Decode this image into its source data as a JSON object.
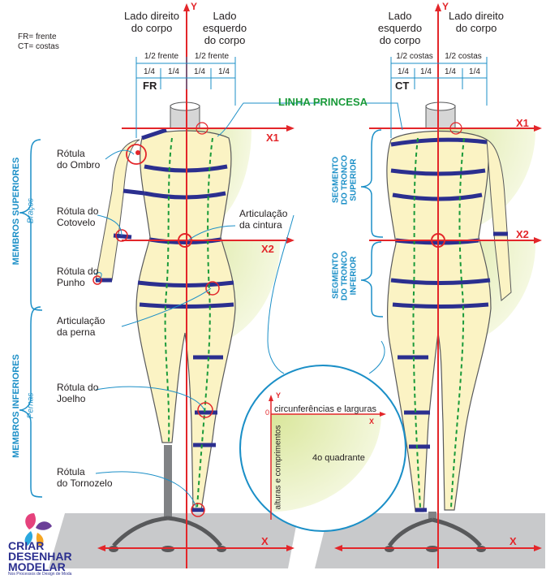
{
  "legend": {
    "fr": "FR= frente",
    "ct": "CT= costas"
  },
  "front": {
    "right_side": "Lado direito\ndo corpo",
    "left_side": "Lado esquerdo\ndo corpo",
    "half_left": "1/2 frente",
    "half_right": "1/2 frente",
    "quarters": [
      "1/4",
      "1/4",
      "1/4",
      "1/4"
    ],
    "code": "FR",
    "labels": {
      "ombro": "Rótula\ndo Ombro",
      "cotovelo": "Rótula do\nCotovelo",
      "punho": "Rótula do\nPunho",
      "perna": "Articulação\nda perna",
      "joelho": "Rótula do\nJoelho",
      "tornozelo": "Rótula\ndo Tornozelo",
      "cintura": "Articulação\nda cintura"
    }
  },
  "back": {
    "left_side": "Lado esquerdo\ndo corpo",
    "right_side": "Lado direito\ndo corpo",
    "half_left": "1/2 costas",
    "half_right": "1/2 costas",
    "quarters": [
      "1/4",
      "1/4",
      "1/4",
      "1/4"
    ],
    "code": "CT",
    "segment_upper": "SEGMENTO\nDO TRONCO\nSUPERIOR",
    "segment_lower": "SEGMENTO\nDO TRONCO\nINFERIOR"
  },
  "princess_line": "LINHA PRINCESA",
  "axes": {
    "y": "Y",
    "x1": "X1",
    "x2": "X2",
    "x": "X"
  },
  "groups": {
    "upper": "MEMBROS SUPERIORES",
    "upper_sub": "Braços",
    "lower": "MEMBROS INFERIORES",
    "lower_sub": "Pernas"
  },
  "inset": {
    "y": "Y",
    "origin": "0",
    "x": "X",
    "widths": "circunferências e larguras",
    "lengths": "alturas e comprimentos",
    "quadrant": "4o quadrante"
  },
  "logo": {
    "line1": "CRIAR",
    "line2": "DESENHAR",
    "line3": "MODELAR",
    "tagline": "Nos Processos de Design de Moda"
  },
  "colors": {
    "red": "#e3262a",
    "blue": "#2b2f8f",
    "green": "#1a9a3a",
    "cyan": "#1b8fc7",
    "skin": "#fbf3c4",
    "quadrant": "#e4edb5"
  }
}
